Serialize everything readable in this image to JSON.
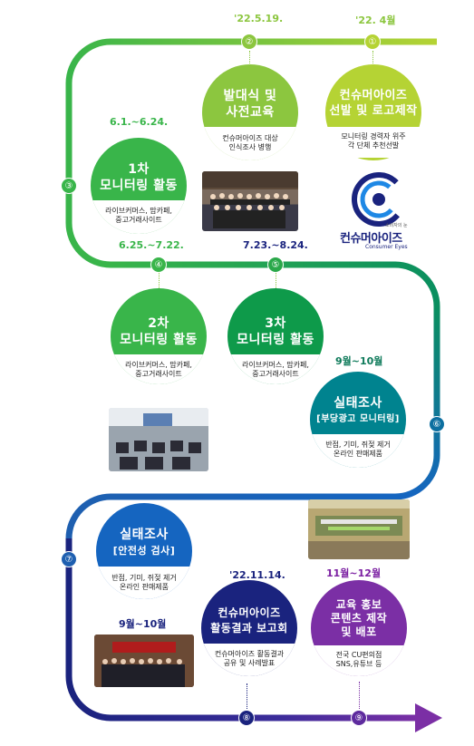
{
  "colors": {
    "green_light": "#8cc63f",
    "green": "#39b54a",
    "green_dark": "#0e9a4a",
    "teal": "#00838f",
    "blue": "#1565c0",
    "navy": "#1a237e",
    "purple": "#7b2fa5",
    "date_green": "#8cc63f",
    "date_blue": "#1a237e",
    "date_purple": "#7b1fa2"
  },
  "logo": {
    "name": "컨슈머아이즈",
    "sub": "Consumer Eyes",
    "tagline": "소비자의 눈"
  },
  "steps": [
    {
      "num": "①",
      "date": "'22. 4월",
      "title": [
        "컨슈머아이즈",
        "선발 및 로고제작"
      ],
      "desc": [
        "모니터링 경력자 위주",
        "각 단체 추천선발"
      ]
    },
    {
      "num": "②",
      "date": "'22.5.19.",
      "title": [
        "발대식 및",
        "사전교육"
      ],
      "desc": [
        "컨슈머아이즈 대상",
        "인식조사 병행"
      ]
    },
    {
      "num": "③",
      "date": "6.1.~6.24.",
      "title": [
        "1차",
        "모니터링 활동"
      ],
      "desc": [
        "라이브커머스, 맘카페,",
        "중고거래사이트"
      ]
    },
    {
      "num": "④",
      "date": "6.25.~7.22.",
      "title": [
        "2차",
        "모니터링 활동"
      ],
      "desc": [
        "라이브커머스, 맘카페,",
        "중고거래사이트"
      ]
    },
    {
      "num": "⑤",
      "date": "7.23.~8.24.",
      "title": [
        "3차",
        "모니터링 활동"
      ],
      "desc": [
        "라이브커머스, 맘카페,",
        "중고거래사이트"
      ]
    },
    {
      "num": "⑥",
      "date": "9월~10월",
      "title": [
        "실태조사",
        "[부당광고 모니터링]"
      ],
      "desc": [
        "반점, 기미, 쥐젖 제거",
        "온라인 판매제품"
      ]
    },
    {
      "num": "⑦",
      "date": "9월~10월",
      "title": [
        "실태조사",
        "[안전성 검사]"
      ],
      "desc": [
        "반점, 기미, 쥐젖 제거",
        "온라인 판매제품"
      ]
    },
    {
      "num": "⑧",
      "date": "'22.11.14.",
      "title": [
        "컨슈머아이즈",
        "활동결과 보고회"
      ],
      "desc": [
        "컨슈머아이즈 활동결과",
        "공유 및 사례발표"
      ]
    },
    {
      "num": "⑨",
      "date": "11월~12월",
      "title": [
        "교육 홍보",
        "콘텐츠 제작",
        "및 배포"
      ],
      "desc": [
        "전국 CU편의점",
        "SNS,유튜브 등"
      ]
    }
  ]
}
